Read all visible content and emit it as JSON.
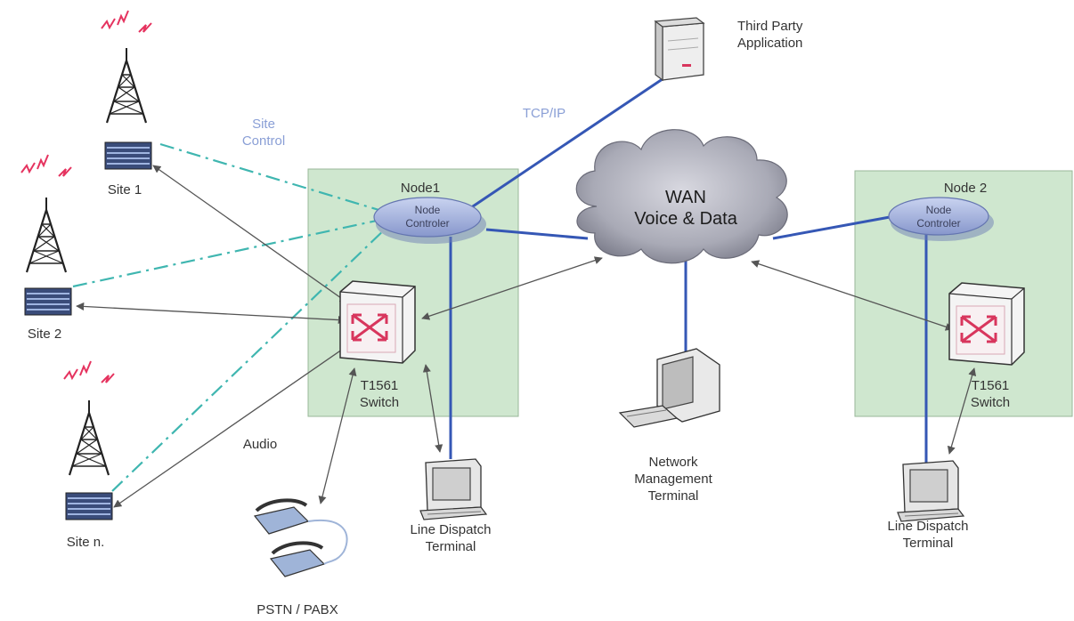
{
  "node1": {
    "title": "Node1",
    "controller": "Node\nControler",
    "switch": "T1561\nSwitch"
  },
  "node2": {
    "title": "Node 2",
    "controller": "Node\nControler",
    "switch": "T1561\nSwitch"
  },
  "wan": "WAN\nVoice & Data",
  "sites": [
    "Site 1",
    "Site 2",
    "Site n."
  ],
  "site_control": "Site\nControl",
  "audio": "Audio",
  "tcpip": "TCP/IP",
  "third_party": "Third Party\nApplication",
  "pstn": "PSTN / PABX",
  "line_dispatch_1": "Line Dispatch\nTerminal",
  "line_dispatch_2": "Line Dispatch\nTerminal",
  "network_mgmt": "Network\nManagement\nTerminal",
  "colors": {
    "node_box": "#cfe7cf",
    "node_box_border": "#9ab79a",
    "blue_link": "#3557b5",
    "site_control_link": "#3fb6b0",
    "arrow": "#555555",
    "lightning": "#e5335f",
    "controller": "#9fb1dd"
  }
}
